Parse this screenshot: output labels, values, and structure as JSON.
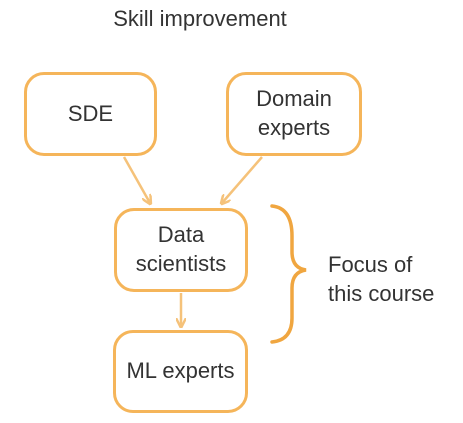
{
  "title": "Skill improvement",
  "nodes": {
    "sde": "SDE",
    "domain": "Domain\nexperts",
    "data_scientists": "Data\nscientists",
    "ml_experts": "ML experts"
  },
  "annotation": "Focus of\nthis course",
  "colors": {
    "box_border": "#f5b55a",
    "arrow": "#f5c27a",
    "brace": "#f0a640",
    "text": "#333333"
  }
}
